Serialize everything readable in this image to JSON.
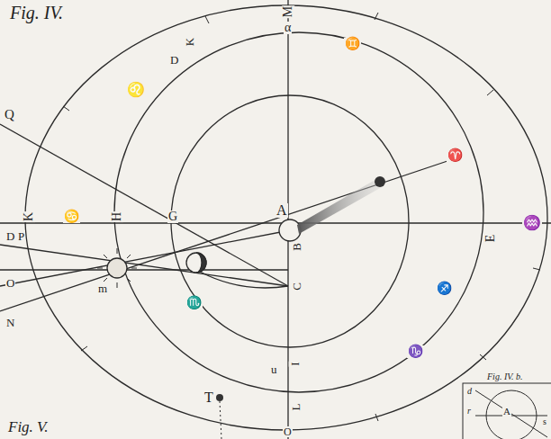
{
  "diagram": {
    "labels": [
      "Fig. IV.",
      "M",
      "α",
      "K",
      "D",
      "♊",
      "♌",
      "Q",
      "K",
      "♋",
      "H",
      "G",
      "A",
      "♒",
      "E",
      "♈",
      "D",
      "P",
      "O",
      "N",
      "m",
      "B",
      "C",
      "♐",
      "♏",
      "♑",
      "I",
      "u",
      "L",
      "T",
      "Fig. V.",
      "Fig. IV. b.",
      "d",
      "r",
      "A",
      "s",
      "O"
    ]
  }
}
